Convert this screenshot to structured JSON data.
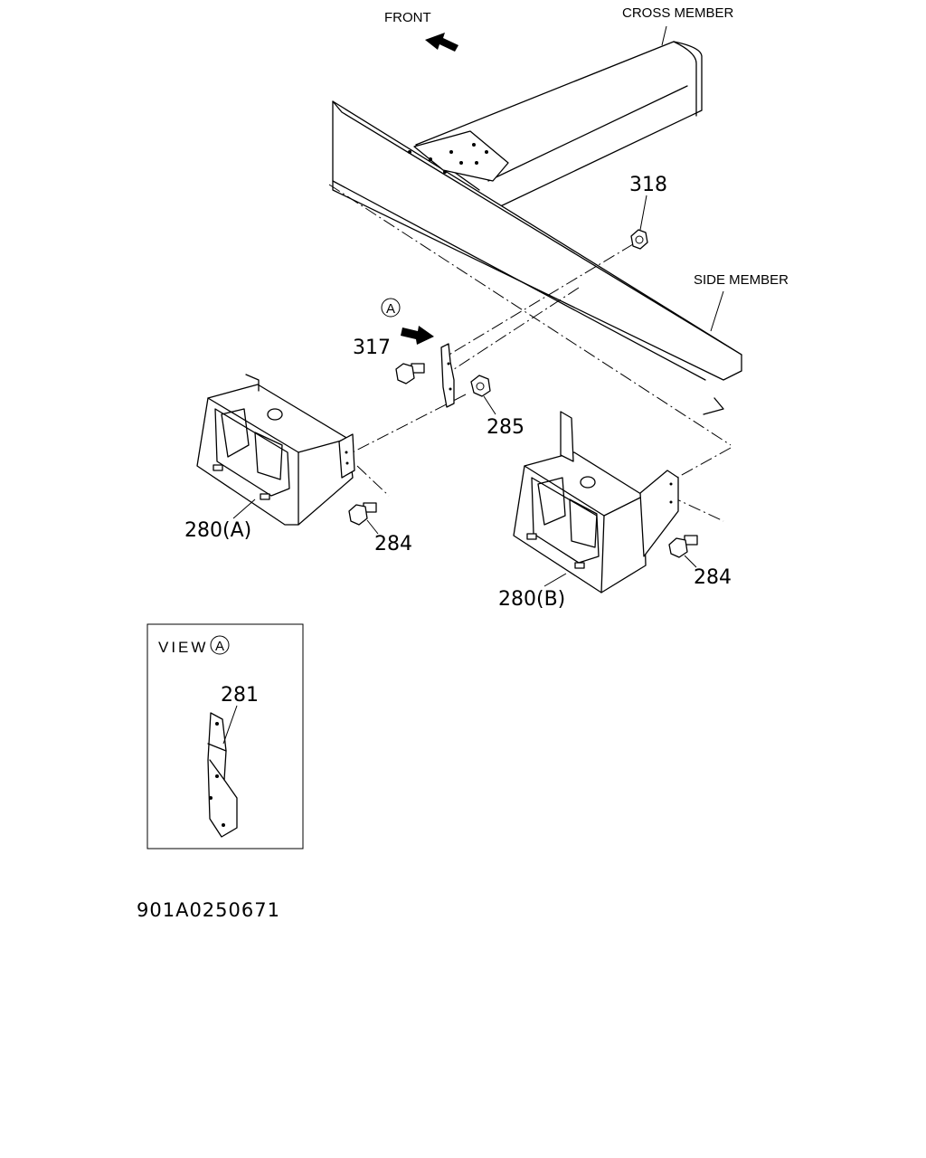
{
  "labels": {
    "front": "FRONT",
    "cross_member": "CROSS MEMBER",
    "side_member": "SIDE MEMBER",
    "view": "VIEW",
    "view_marker": "A",
    "arrow_marker": "A"
  },
  "parts": {
    "p318": "318",
    "p317": "317",
    "p285": "285",
    "p280a": "280(A)",
    "p280b": "280(B)",
    "p284a": "284",
    "p284b": "284",
    "p281": "281"
  },
  "diagram_code": "901A0250671",
  "colors": {
    "ink": "#000000",
    "paper": "#ffffff"
  }
}
